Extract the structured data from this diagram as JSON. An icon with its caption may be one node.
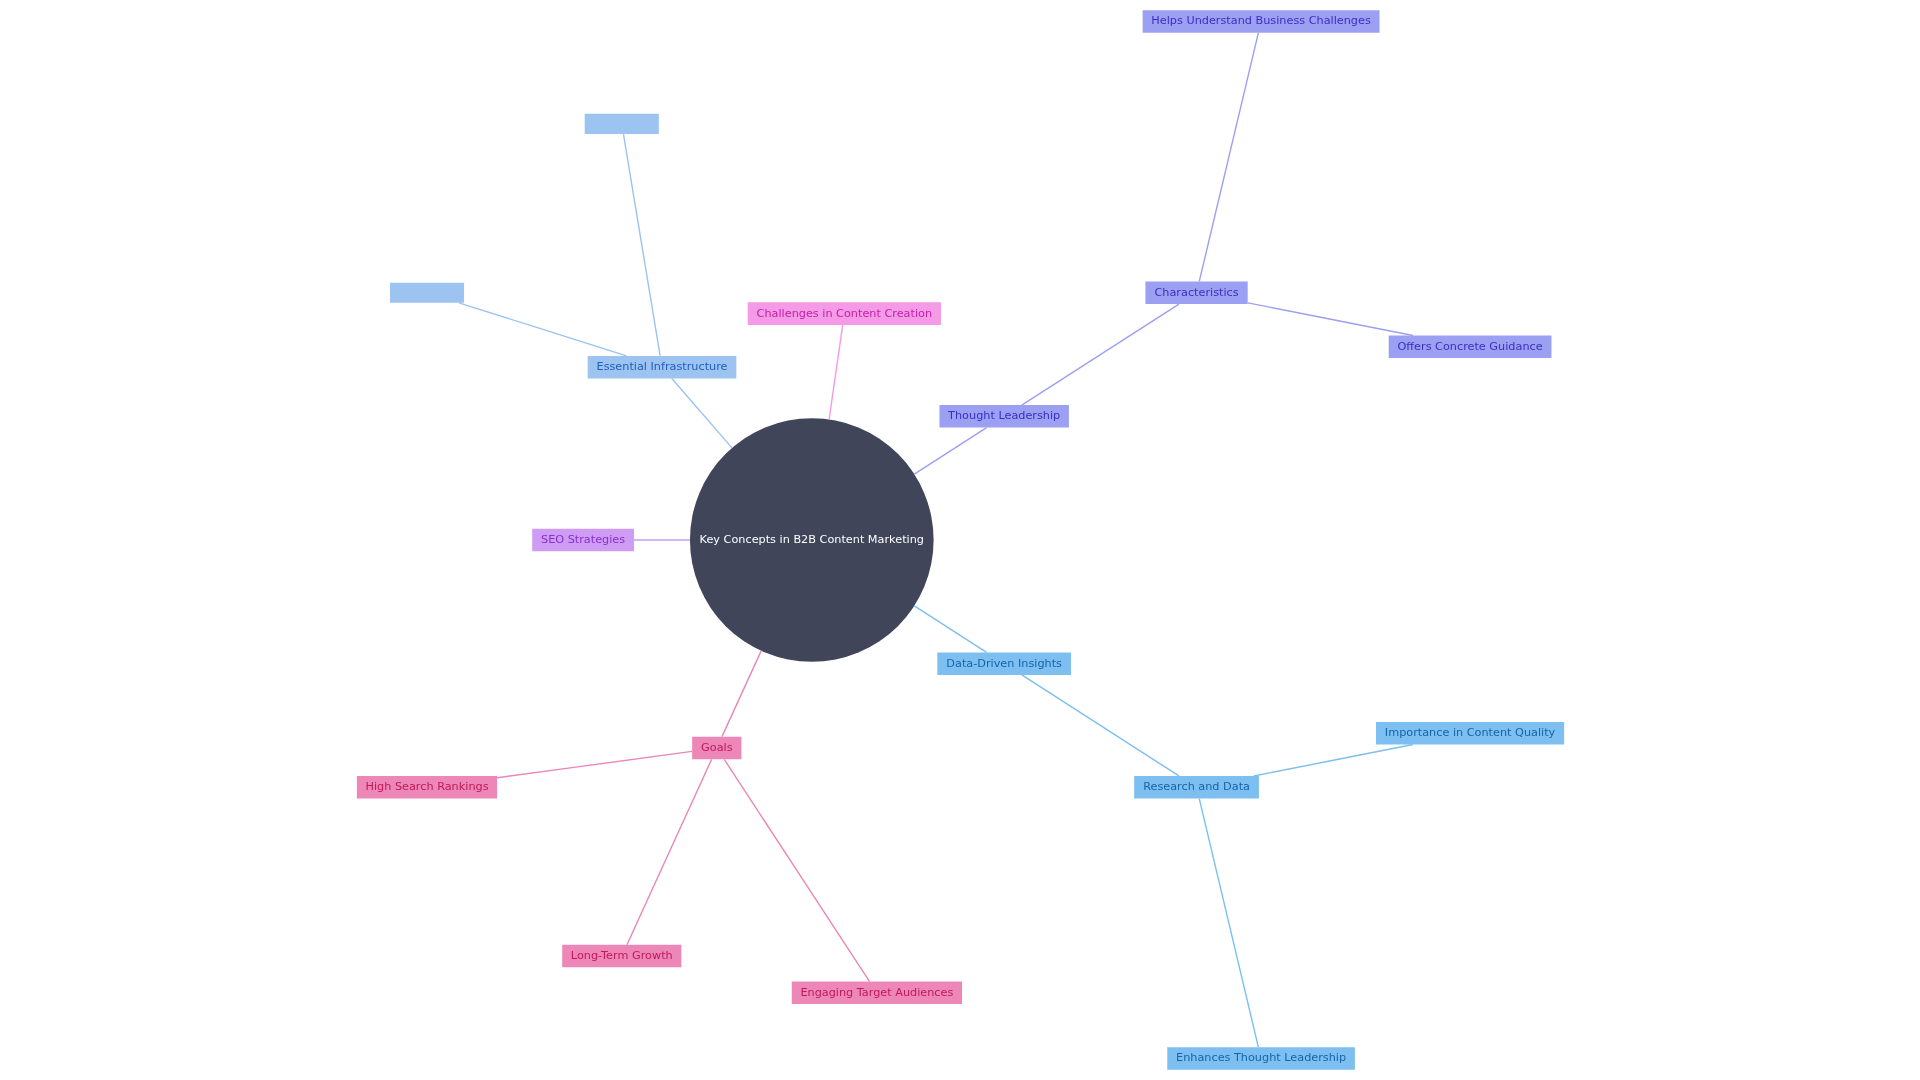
{
  "diagram": {
    "nodes": [
      {
        "text": [
          "Key Concepts in B2B Content Marketing"
        ]
      },
      {
        "text": [
          "Thought Leadership"
        ]
      },
      {
        "text": [
          "Characteristics"
        ]
      },
      {
        "text": [
          "Offers Concrete Guidance"
        ]
      },
      {
        "text": [
          "Helps Understand Business Challenges"
        ]
      },
      {
        "text": [
          "Challenges in Content Creation"
        ]
      },
      {
        "text": [
          "Essential Infrastructure"
        ]
      },
      {
        "text": [],
        "shape": "box"
      },
      {
        "text": [],
        "shape": "box"
      },
      {
        "text": [
          "SEO Strategies"
        ]
      },
      {
        "text": [
          "Goals"
        ]
      },
      {
        "text": [
          "High Search Rankings"
        ]
      },
      {
        "text": [
          "Long-Term Growth"
        ]
      },
      {
        "text": [
          "Engaging Target Audiences"
        ]
      },
      {
        "text": [
          "Data-Driven Insights"
        ]
      },
      {
        "text": [
          "Research and Data"
        ]
      },
      {
        "text": [
          "Enhances Thought Leadership"
        ]
      },
      {
        "text": [
          "Importance in Content Quality"
        ]
      }
    ],
    "edges": [
      {
        "from": 0,
        "to": 1,
        "arrow": "none",
        "color": "#9ca0ef"
      },
      {
        "from": 1,
        "to": 2,
        "arrow": "none",
        "color": "#9ca0ef"
      },
      {
        "from": 2,
        "to": 3,
        "arrow": "none",
        "color": "#9ca0ef"
      },
      {
        "from": 2,
        "to": 4,
        "arrow": "none",
        "color": "#9ca0ef"
      },
      {
        "from": 0,
        "to": 5,
        "arrow": "none",
        "color": "#f49ae6"
      },
      {
        "from": 0,
        "to": 6,
        "arrow": "none",
        "color": "#9bc3ee"
      },
      {
        "from": 6,
        "to": 7,
        "arrow": "none",
        "color": "#9bc3ee"
      },
      {
        "from": 6,
        "to": 8,
        "arrow": "none",
        "color": "#9bc3ee"
      },
      {
        "from": 0,
        "to": 9,
        "arrow": "none",
        "color": "#c79cf0"
      },
      {
        "from": 0,
        "to": 10,
        "arrow": "none",
        "color": "#e887b8"
      },
      {
        "from": 10,
        "to": 11,
        "arrow": "none",
        "color": "#e887b8"
      },
      {
        "from": 10,
        "to": 12,
        "arrow": "none",
        "color": "#e887b8"
      },
      {
        "from": 10,
        "to": 13,
        "arrow": "none",
        "color": "#e887b8"
      },
      {
        "from": 0,
        "to": 14,
        "arrow": "none",
        "color": "#7cbff0"
      },
      {
        "from": 14,
        "to": 15,
        "arrow": "none",
        "color": "#7cbff0"
      },
      {
        "from": 15,
        "to": 16,
        "arrow": "none",
        "color": "#7cbff0"
      },
      {
        "from": 15,
        "to": 17,
        "arrow": "none",
        "color": "#7cbff0"
      }
    ]
  }
}
